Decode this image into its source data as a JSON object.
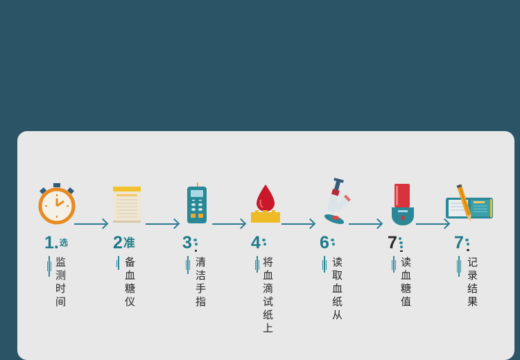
{
  "diagram": {
    "type": "process-flow",
    "background_color": "#2b5466",
    "card_color": "#e8e8e8",
    "accent_color": "#1f7a87",
    "arrow_color": "#2a7b92",
    "steps": [
      {
        "number": "1.",
        "suffix": "选",
        "label": "监测时间",
        "icon": "stopwatch-icon"
      },
      {
        "number": "2",
        "suffix": "准",
        "label": "备血糖仪",
        "icon": "notepad-icon"
      },
      {
        "number": "3",
        "suffix": "",
        "label": "清洁手指",
        "icon": "glucose-meter-icon"
      },
      {
        "number": "4",
        "suffix": "",
        "label": "将血滴试纸上",
        "icon": "blood-drop-icon"
      },
      {
        "number": "6",
        "suffix": "",
        "label": "读取血纸从",
        "icon": "lancet-icon"
      },
      {
        "number": "7",
        "suffix": "",
        "label": "读血糖值",
        "icon": "thermometer-meter-icon"
      },
      {
        "number": "7",
        "suffix": "",
        "label": "记录结果",
        "icon": "notebook-pencil-icon"
      }
    ]
  }
}
